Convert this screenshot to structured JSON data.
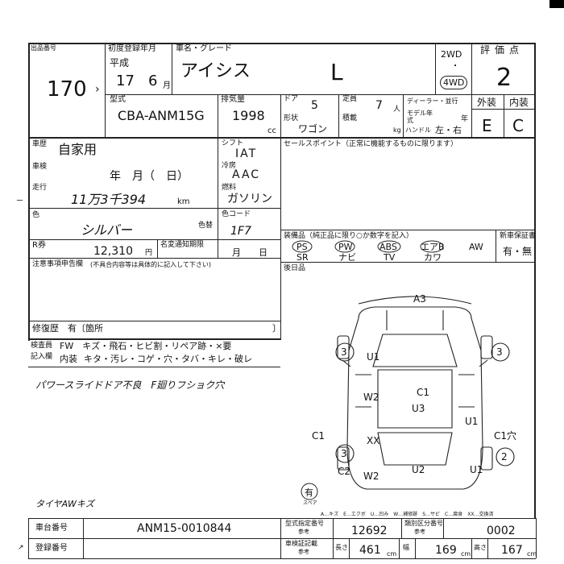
{
  "header": {
    "lot_label": "出品番号",
    "lot_number": "170",
    "reg_label": "初度登録年月",
    "era": "平成",
    "year": "17",
    "month": "6",
    "month_unit": "月",
    "name_label": "車名・グレード",
    "car_name": "アイシス",
    "grade": "L",
    "drive_2wd": "2WD",
    "drive_4wd": "4WD",
    "score_label": "評価点",
    "score": "2",
    "ext_label": "外装",
    "int_label": "内装",
    "ext_grade": "E",
    "int_grade": "C"
  },
  "spec": {
    "model_label": "型式",
    "model": "CBA-ANM15G",
    "disp_label": "排気量",
    "displacement": "1998",
    "cc": "cc",
    "door_label": "ドア",
    "doors": "5",
    "seat_label": "定員",
    "seats": "7",
    "person_unit": "人",
    "dealer_label": "ディーラー・並行",
    "model_year_label": "モデル年式",
    "year_unit": "年",
    "shape_label": "形状",
    "shape": "ワゴン",
    "load_label": "積載",
    "kg": "kg",
    "handle_label": "ハンドル",
    "handle_lr": "左・右"
  },
  "details": {
    "history_label": "車歴",
    "history": "自家用",
    "inspection_label": "車検",
    "inspection_value": "年　月（　日）",
    "mileage_label": "走行",
    "mileage": "11万3千394",
    "km": "km",
    "color_label": "色",
    "color": "シルバー",
    "color_no_label": "色替",
    "shift_label": "シフト",
    "shift": "IAT",
    "aircon_label": "冷房",
    "aircon": "AAC",
    "fuel_label": "燃料",
    "fuel": "ガソリン",
    "color_code_label": "色コード",
    "color_code": "1F7",
    "recycle_label": "R券",
    "recycle_value": "12,310",
    "yen": "円",
    "name_change_label": "名変通知期限",
    "name_change_value": "月　　日",
    "notes_label": "注意事項申告欄",
    "notes_sub": "(不具合内容等は具体的に記入して下さい)",
    "repair_history": "修復歴　有〔箇所",
    "repair_close": "〕"
  },
  "selling": {
    "label": "セールスポイント（正常に機能するものに限ります）",
    "equip_label": "装備品（純正品に限り○か数字を記入）",
    "equip_row1": [
      "PS",
      "PW",
      "ABS",
      "エアB",
      "AW"
    ],
    "equip_row2": [
      "SR",
      "ナビ",
      "TV",
      "カワ"
    ],
    "warranty_label": "新車保証書",
    "warranty_value": "有・無",
    "rear_label": "後日品"
  },
  "inspect": {
    "label": "検査員",
    "label2": "記入欄",
    "ext_row": "FW　キズ・飛石・ヒビ割・リペア跡・×要",
    "int_label": "内装",
    "int_row": "キタ・汚レ・コゲ・穴・タバ・キレ・破レ"
  },
  "handwritten": {
    "note1": "パワースライドドア不良　F廻りフショク穴",
    "note2": "タイヤAWキズ"
  },
  "diagram": {
    "marks": [
      "A3",
      "U1",
      "3",
      "3",
      "W2",
      "C1",
      "U3",
      "U1",
      "C1",
      "XX",
      "C1穴",
      "3",
      "2",
      "W2",
      "C2",
      "U2",
      "U1",
      "有"
    ],
    "spare": "スペア",
    "legend": "A…キズ　E…エクボ　U…凹み　W…補修跡　S…サビ　C…腐食　XX…交換済"
  },
  "footer": {
    "chassis_label": "車台番号",
    "chassis": "ANM15-0010844",
    "reg_no_label": "登録番号",
    "type_no_label": "型式指定番号",
    "type_no_sub": "参考",
    "type_no": "12692",
    "class_no_label": "類別区分番号",
    "class_no_sub": "参考",
    "class_no": "0002",
    "dims_label": "車検証記載",
    "dims_sub": "参考",
    "length_label": "長さ",
    "length": "461",
    "width_label": "幅",
    "width": "169",
    "height_label": "高さ",
    "height": "167",
    "cm": "cm"
  }
}
